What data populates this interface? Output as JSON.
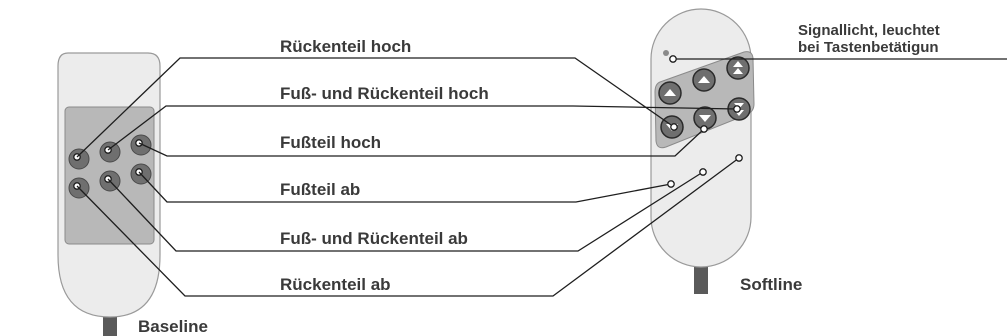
{
  "labels": {
    "rueckenteil_hoch": "Rückenteil hoch",
    "fuss_rueckenteil_hoch": "Fuß- und Rückenteil hoch",
    "fussteil_hoch": "Fußteil hoch",
    "fussteil_ab": "Fußteil ab",
    "fuss_rueckenteil_ab": "Fuß- und Rückenteil ab",
    "rueckenteil_ab": "Rückenteil ab"
  },
  "devices": {
    "baseline": "Baseline",
    "softline": "Softline"
  },
  "signal_note": {
    "line1": "Signallicht, leuchtet",
    "line2": "bei Tastenbetätigun"
  },
  "colors": {
    "remote_body": "#ececec",
    "remote_outline": "#9a9a9a",
    "keypad": "#b8b8b8",
    "button": "#6f6f6f",
    "button_ring": "#2a2a2a",
    "cable": "#5a5a5a",
    "lines": "#1e1e1e",
    "text": "#3a3a3a"
  }
}
